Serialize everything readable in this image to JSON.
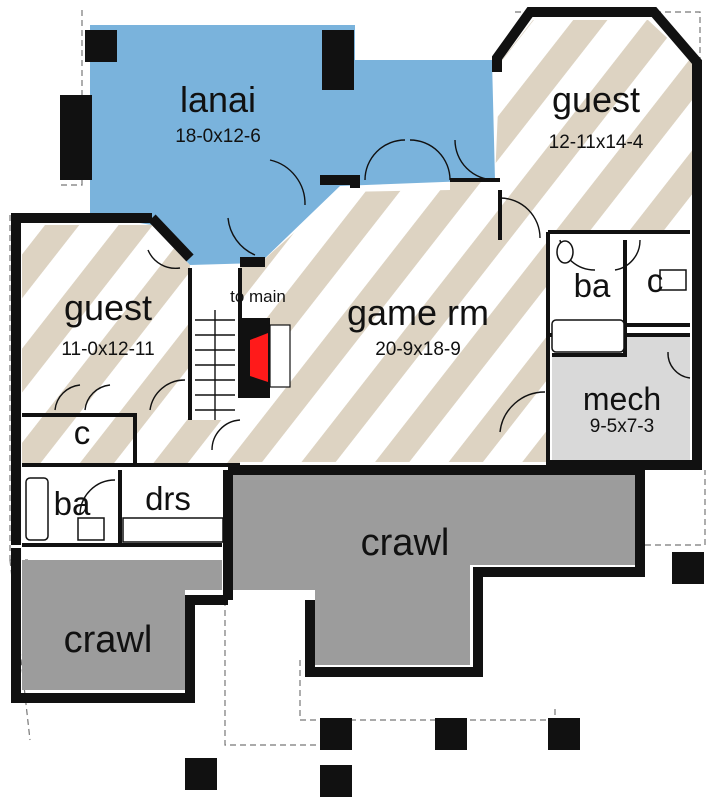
{
  "colors": {
    "lanai": "#7ab3dc",
    "stripe": "#ddd3c2",
    "crawl": "#9c9c9c",
    "mech": "#d9d9d9",
    "fireplace": "#ff1a1a",
    "wall": "#111111"
  },
  "rooms": {
    "lanai": {
      "name": "lanai",
      "dims": "18-0x12-6"
    },
    "guest_right": {
      "name": "guest",
      "dims": "12-11x14-4"
    },
    "guest_left": {
      "name": "guest",
      "dims": "11-0x12-11"
    },
    "game_rm": {
      "name": "game rm",
      "dims": "20-9x18-9"
    },
    "mech": {
      "name": "mech",
      "dims": "9-5x7-3"
    },
    "bath_right": {
      "name": "ba"
    },
    "closet_right": {
      "name": "c"
    },
    "closet_left": {
      "name": "c"
    },
    "bath_left": {
      "name": "ba"
    },
    "drs": {
      "name": "drs"
    },
    "crawl_center": {
      "name": "crawl"
    },
    "crawl_left": {
      "name": "crawl"
    }
  },
  "stairs": {
    "label": "to main"
  }
}
